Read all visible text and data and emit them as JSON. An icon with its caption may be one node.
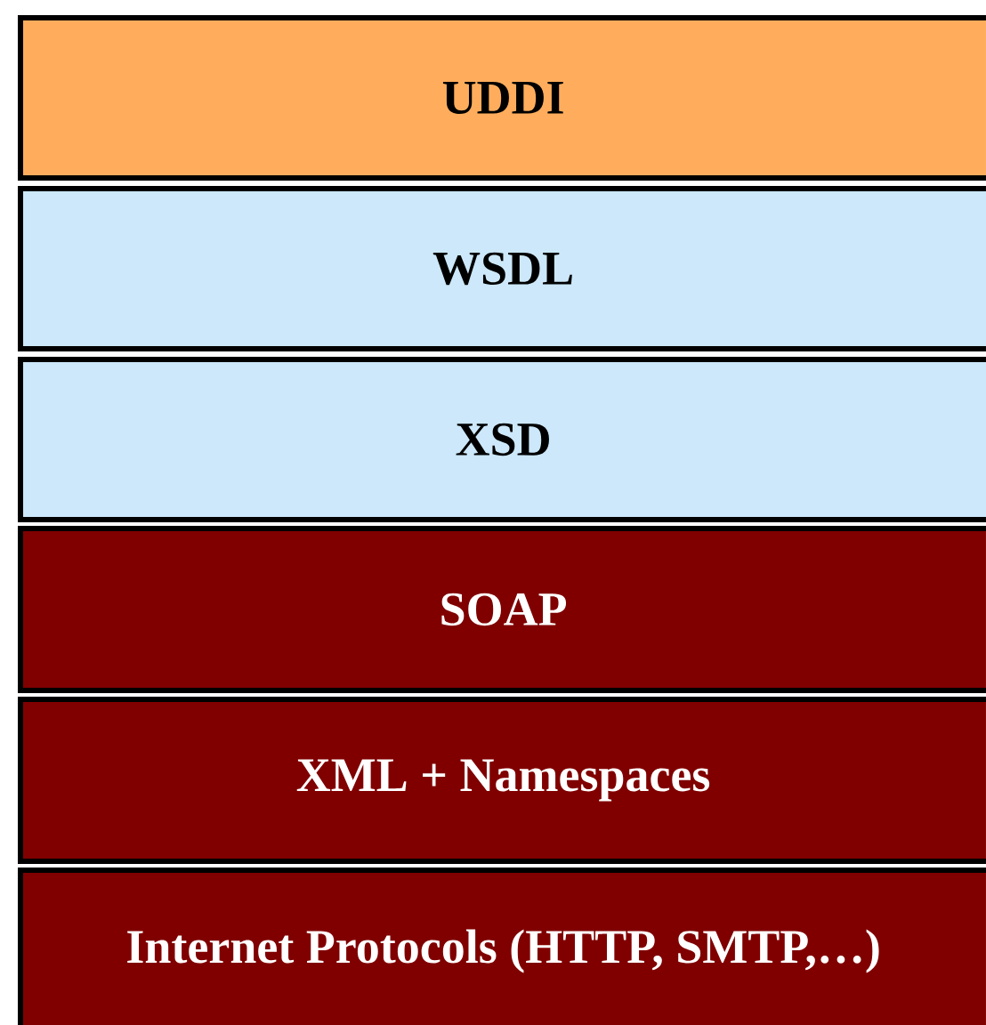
{
  "diagram": {
    "nodes": [
      {
        "text": [
          "UDDI"
        ]
      },
      {
        "text": [
          "WSDL"
        ]
      },
      {
        "text": [
          "XSD"
        ]
      },
      {
        "text": [
          "SOAP"
        ]
      },
      {
        "text": [
          "XML + Namespaces"
        ]
      },
      {
        "text": [
          "Internet Protocols (HTTP, SMTP,…)"
        ]
      }
    ]
  }
}
